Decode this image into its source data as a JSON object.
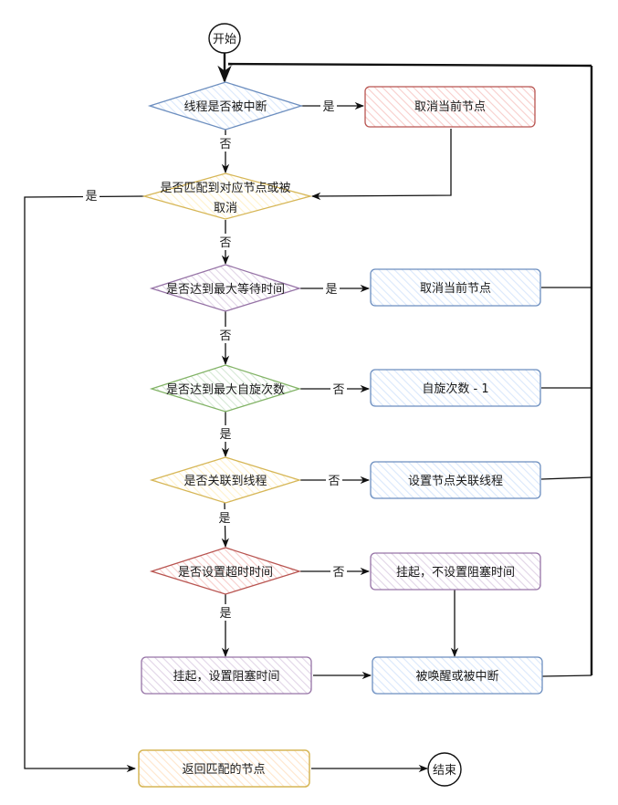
{
  "diagram": {
    "type": "flowchart",
    "colors": {
      "blue": {
        "stroke": "#6c8ebf",
        "fill": "#dae8fc"
      },
      "red": {
        "stroke": "#b85450",
        "fill": "#f8cecc"
      },
      "yellow": {
        "stroke": "#d6b656",
        "fill": "#fff2cc"
      },
      "purple": {
        "stroke": "#9673a6",
        "fill": "#e1d5e7"
      },
      "green": {
        "stroke": "#82b366",
        "fill": "#d5e8d4"
      },
      "orange": {
        "stroke": "#d79b00",
        "fill": "#ffe6cc"
      }
    },
    "nodes": {
      "start": {
        "label": "开始",
        "shape": "circle"
      },
      "d_interrupted": {
        "label": "线程是否被中断",
        "shape": "diamond",
        "color": "blue"
      },
      "p_cancel_1": {
        "label": "取消当前节点",
        "shape": "process",
        "color": "red"
      },
      "d_matched_line1": "是否匹配到对应节点或被",
      "d_matched_line2": "取消",
      "d_max_wait": {
        "label": "是否达到最大等待时间",
        "shape": "diamond",
        "color": "purple"
      },
      "p_cancel_2": {
        "label": "取消当前节点",
        "shape": "process",
        "color": "blue"
      },
      "d_max_spin": {
        "label": "是否达到最大自旋次数",
        "shape": "diamond",
        "color": "green"
      },
      "p_spin_dec": {
        "label": "自旋次数 - 1",
        "shape": "process",
        "color": "blue"
      },
      "d_thread_linked": {
        "label": "是否关联到线程",
        "shape": "diamond",
        "color": "yellow"
      },
      "p_set_thread": {
        "label": "设置节点关联线程",
        "shape": "process",
        "color": "blue"
      },
      "d_timeout_set": {
        "label": "是否设置超时时间",
        "shape": "diamond",
        "color": "red"
      },
      "p_park_no_timeout": {
        "label": "挂起，不设置阻塞时间",
        "shape": "process",
        "color": "purple"
      },
      "p_park_timeout": {
        "label": "挂起，设置阻塞时间",
        "shape": "process",
        "color": "purple"
      },
      "p_woken": {
        "label": "被唤醒或被中断",
        "shape": "process",
        "color": "blue"
      },
      "p_return": {
        "label": "返回匹配的节点",
        "shape": "process",
        "color": "orange"
      },
      "end": {
        "label": "结束",
        "shape": "circle"
      }
    },
    "edge_labels": {
      "interrupted_yes": "是",
      "interrupted_no": "否",
      "matched_yes": "是",
      "matched_no": "否",
      "max_wait_yes": "是",
      "max_wait_no": "否",
      "max_spin_no": "否",
      "max_spin_yes": "是",
      "thread_linked_no": "否",
      "thread_linked_yes": "是",
      "timeout_no": "否",
      "timeout_yes": "是"
    }
  }
}
